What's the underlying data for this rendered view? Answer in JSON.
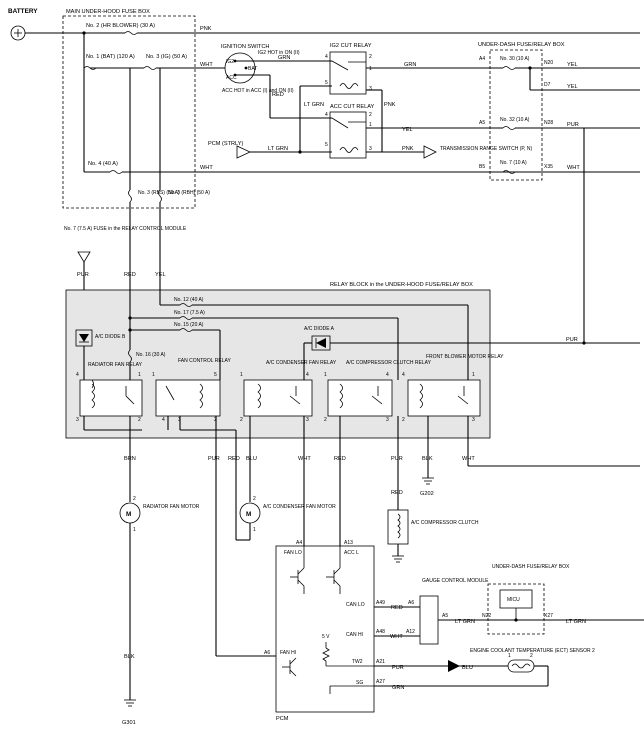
{
  "title": "",
  "labels": {
    "battery": "BATTERY",
    "main_box": "MAIN UNDER-HOOD FUSE BOX",
    "fuse_no2": "No. 2 (HR BLOWER) (30 A)",
    "fuse_no1": "No. 1 (BAT) (120 A)",
    "fuse_no3_ig": "No. 3 (IG) (50 A)",
    "fuse_no4": "No. 4 (40 A)",
    "fuse_no3_rbs": "No. 3 (RBS) (50 A)",
    "fuse_no3_rbh": "No. 3 (RBH) (50 A)",
    "ign_switch": "IGNITION SWITCH",
    "ig2_hot": "IG2 HOT in ON (II)",
    "acc_hot": "ACC HOT in ACC (I) and ON (II)",
    "ig2": "IG2",
    "bat": "BAT",
    "acc": "ACC",
    "ig2_cut_relay": "IG2 CUT RELAY",
    "acc_cut_relay": "ACC CUT RELAY",
    "pcm_strly": "PCM (STRLY)",
    "trans_range": "TRANSMISSION RANGE SWITCH (P, N)",
    "under_dash": "UNDER-DASH FUSE/RELAY BOX",
    "fuse_no30": "No. 30 (10 A)",
    "fuse_no32": "No. 32 (10 A)",
    "fuse_no7_dash": "No. 7 (10 A)",
    "fuse_no7_relay": "No. 7 (7.5 A) FUSE in the RELAY CONTROL MODULE",
    "relay_block": "RELAY BLOCK in the UNDER-HOOD FUSE/RELAY BOX",
    "fuse_no12": "No. 12 (40 A)",
    "fuse_no17": "No. 17 (7.5 A)",
    "fuse_no15": "No. 15 (20 A)",
    "fuse_no16": "No. 16 (30 A)",
    "ac_diode_a": "A/C DIODE A",
    "ac_diode_b": "A/C DIODE B",
    "radiator_relay": "RADIATOR FAN RELAY",
    "fan_control_relay": "FAN CONTROL RELAY",
    "ac_cond_relay": "A/C CONDENSER FAN RELAY",
    "ac_comp_relay": "A/C COMPRESSOR CLUTCH RELAY",
    "front_blower_relay": "FRONT BLOWER MOTOR RELAY",
    "radiator_motor": "RADIATOR FAN MOTOR",
    "cond_motor": "A/C CONDENSER FAN MOTOR",
    "ac_clutch": "A/C COMPRESSOR CLUTCH",
    "gauge_module": "GAUGE CONTROL MODULE",
    "micu_box": "UNDER-DASH FUSE/RELAY BOX",
    "micu": "MICU",
    "ect_sensor": "ENGINE COOLANT TEMPERATURE (ECT) SENSOR 2",
    "pcm": "PCM",
    "fan_lo": "FAN LO",
    "acc_l": "ACC L",
    "fan_hi": "FAN HI",
    "can_lo": "CAN LO",
    "can_hi": "CAN HI",
    "tw2": "TW2",
    "sg": "SG",
    "v5": "5 V",
    "g301": "G301",
    "g202": "G202",
    "motor": "M"
  },
  "wires": {
    "pnk": "PNK",
    "wht": "WHT",
    "grn": "GRN",
    "red": "RED",
    "ltgrn": "LT GRN",
    "yel": "YEL",
    "pur": "PUR",
    "brn": "BRN",
    "blu": "BLU",
    "blk": "BLK"
  },
  "pins": {
    "a4": "A4",
    "a5": "A5",
    "b5": "B5",
    "n20": "N20",
    "n28": "N28",
    "x35": "X35",
    "d7": "D7",
    "a13": "A13",
    "a6": "A6",
    "a49": "A49",
    "a48": "A48",
    "a12": "A12",
    "a21": "A21",
    "a27": "A27",
    "n22": "N22",
    "x27": "X27",
    "p1": "1",
    "p2": "2",
    "p3": "3",
    "p4": "4",
    "p5": "5"
  }
}
